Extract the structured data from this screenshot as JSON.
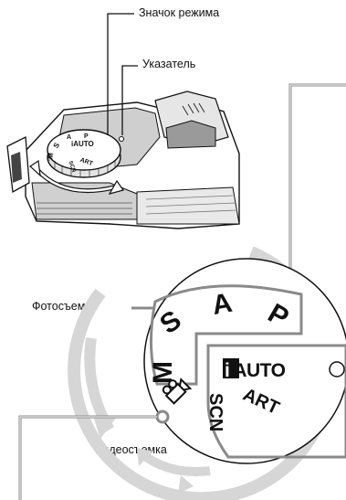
{
  "labels": {
    "mode_icon": "Значок режима",
    "indicator": "Указатель",
    "photo": "Фотосъемка",
    "video": "Видеосъемка"
  },
  "dial_small": {
    "modes": [
      "iAUTO",
      "ART",
      "SCN",
      "P",
      "A",
      "S",
      "M"
    ]
  },
  "dial_large": {
    "photo_modes": [
      "P",
      "A",
      "S",
      "M"
    ],
    "other_modes": [
      "iAUTO",
      "ART",
      "SCN"
    ],
    "video_icon": "movie-camera-icon"
  },
  "colors": {
    "line": "#111111",
    "arrow": "#d6d6d6",
    "camera_shade": "#bdbdbd",
    "camera_dark": "#8a8a8a"
  }
}
